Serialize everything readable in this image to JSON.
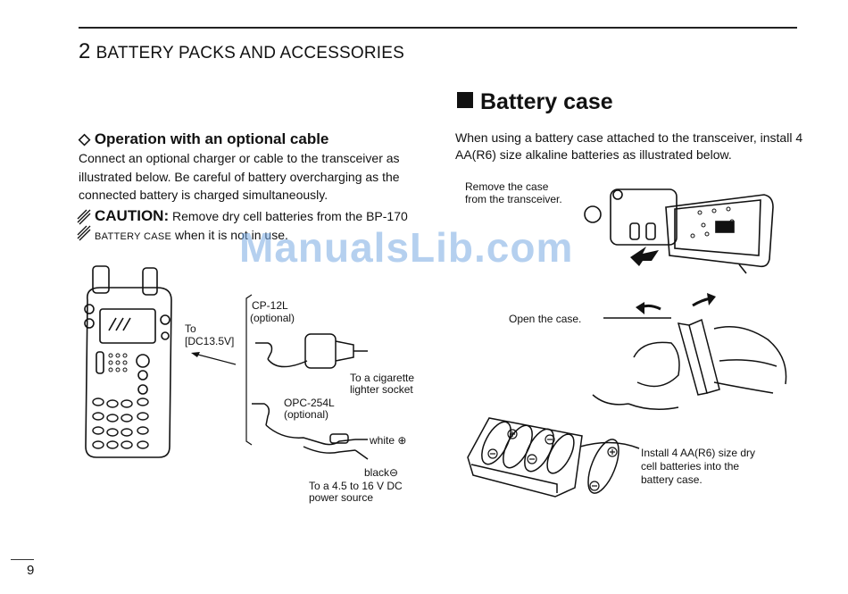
{
  "header": {
    "chapter_number": "2",
    "chapter_title": "BATTERY PACKS AND ACCESSORIES"
  },
  "left": {
    "heading_symbol": "◇",
    "heading": "Operation with an optional cable",
    "body": "Connect an optional charger or cable to the transceiver as illustrated below. Be careful of battery overcharging as the connected battery is charged simultaneously.",
    "caution_label": "CAUTION:",
    "caution_text_1": "Remove dry cell batteries from the BP-170",
    "caution_text_sc": "BATTERY CASE",
    "caution_text_2": "when it is not in use."
  },
  "diagram_left": {
    "to_label": "To",
    "dc_label": "[DC13.5V]",
    "cp_label": "CP-12L",
    "cp_optional": "(optional)",
    "cig_label_1": "To a cigarette",
    "cig_label_2": "lighter socket",
    "opc_label": "OPC-254L",
    "opc_optional": "(optional)",
    "white_label": "white ⊕",
    "black_label": "black⊖",
    "power_label_1": "To a 4.5 to 16 V DC",
    "power_label_2": "power source"
  },
  "right": {
    "heading": "Battery case",
    "body": "When using a battery case attached to the transceiver, install 4 AA(R6) size alkaline batteries as illustrated below.",
    "remove_1": "Remove  the case",
    "remove_2": "from the transceiver.",
    "open_label": "Open the case.",
    "install_1": "Install 4 AA(R6) size dry",
    "install_2": "cell batteries into the",
    "install_3": "battery case."
  },
  "watermark": "ManualsLib.com",
  "footer": {
    "page_number": "9"
  }
}
